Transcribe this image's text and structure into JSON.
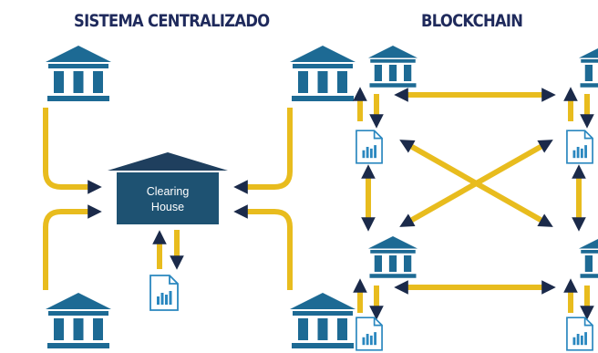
{
  "titles": {
    "centralized": "SISTEMA CENTRALIZADO",
    "blockchain": "BLOCKCHAIN"
  },
  "clearing_house": {
    "line1": "Clearing",
    "line2": "House"
  },
  "colors": {
    "navy": "#1f2a5c",
    "bank_blue": "#1d6a94",
    "gold": "#e8bc1e",
    "arrow_dark": "#1b2a4a",
    "doc_border": "#2a87bf"
  },
  "icons": [
    "bank-icon",
    "document-chart-icon",
    "clearing-house-building-icon"
  ]
}
